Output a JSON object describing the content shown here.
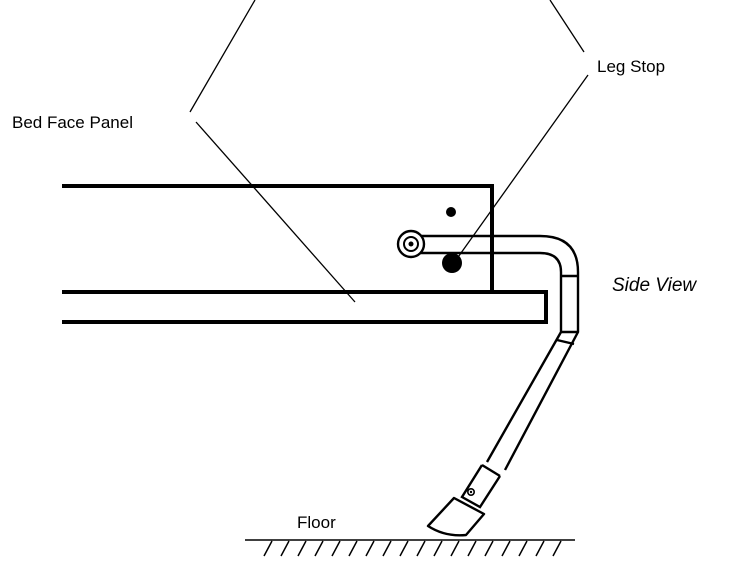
{
  "labels": {
    "bed_face_panel": "Bed Face Panel",
    "leg_stop": "Leg Stop",
    "side_view": "Side View",
    "floor": "Floor"
  },
  "colors": {
    "line": "#000000",
    "background": "#ffffff"
  }
}
